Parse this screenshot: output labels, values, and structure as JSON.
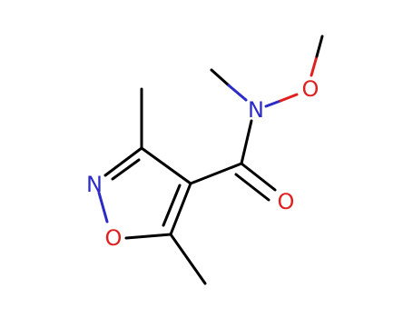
{
  "atoms": {
    "n_ring": "N",
    "o_ring": "O",
    "n_amide": "N",
    "o_methoxy": "O",
    "o_carbonyl": "O"
  },
  "colors": {
    "bond": "#000000",
    "nitrogen": "#2b2bc8",
    "oxygen": "#e02020",
    "background": "#ffffff"
  }
}
